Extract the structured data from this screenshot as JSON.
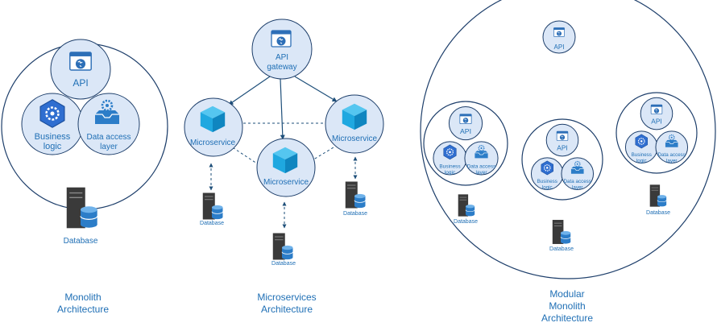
{
  "colors": {
    "circle_fill": "#dbe7f7",
    "circle_stroke": "#1e3f6b",
    "label": "#1f6fb5",
    "caption": "#2f7bbf",
    "cube": "#1fa8e0",
    "server": "#3a3a3a",
    "db": "#2c7dc8",
    "connector": "#1e4f7a"
  },
  "icons": [
    "browser-window-icon",
    "gear-hexagon-icon",
    "gear-inbox-icon",
    "cube-icon",
    "server-database-icon",
    "double-arrow-icon"
  ],
  "monolith": {
    "api": "API",
    "business_logic": [
      "Business",
      "logic"
    ],
    "data_access": [
      "Data access",
      "layer"
    ],
    "database": "Database",
    "caption": [
      "Monolith",
      "Architecture"
    ]
  },
  "microservices": {
    "gateway": [
      "API",
      "gateway"
    ],
    "service_label": "Microservice",
    "database": "Database",
    "caption": [
      "Microservices",
      "Architecture"
    ]
  },
  "modular": {
    "api": "API",
    "business_logic": [
      "Business",
      "logic"
    ],
    "data_access": [
      "Data access",
      "layer"
    ],
    "database": "Database",
    "caption": [
      "Modular",
      "Monolith",
      "Architecture"
    ]
  }
}
